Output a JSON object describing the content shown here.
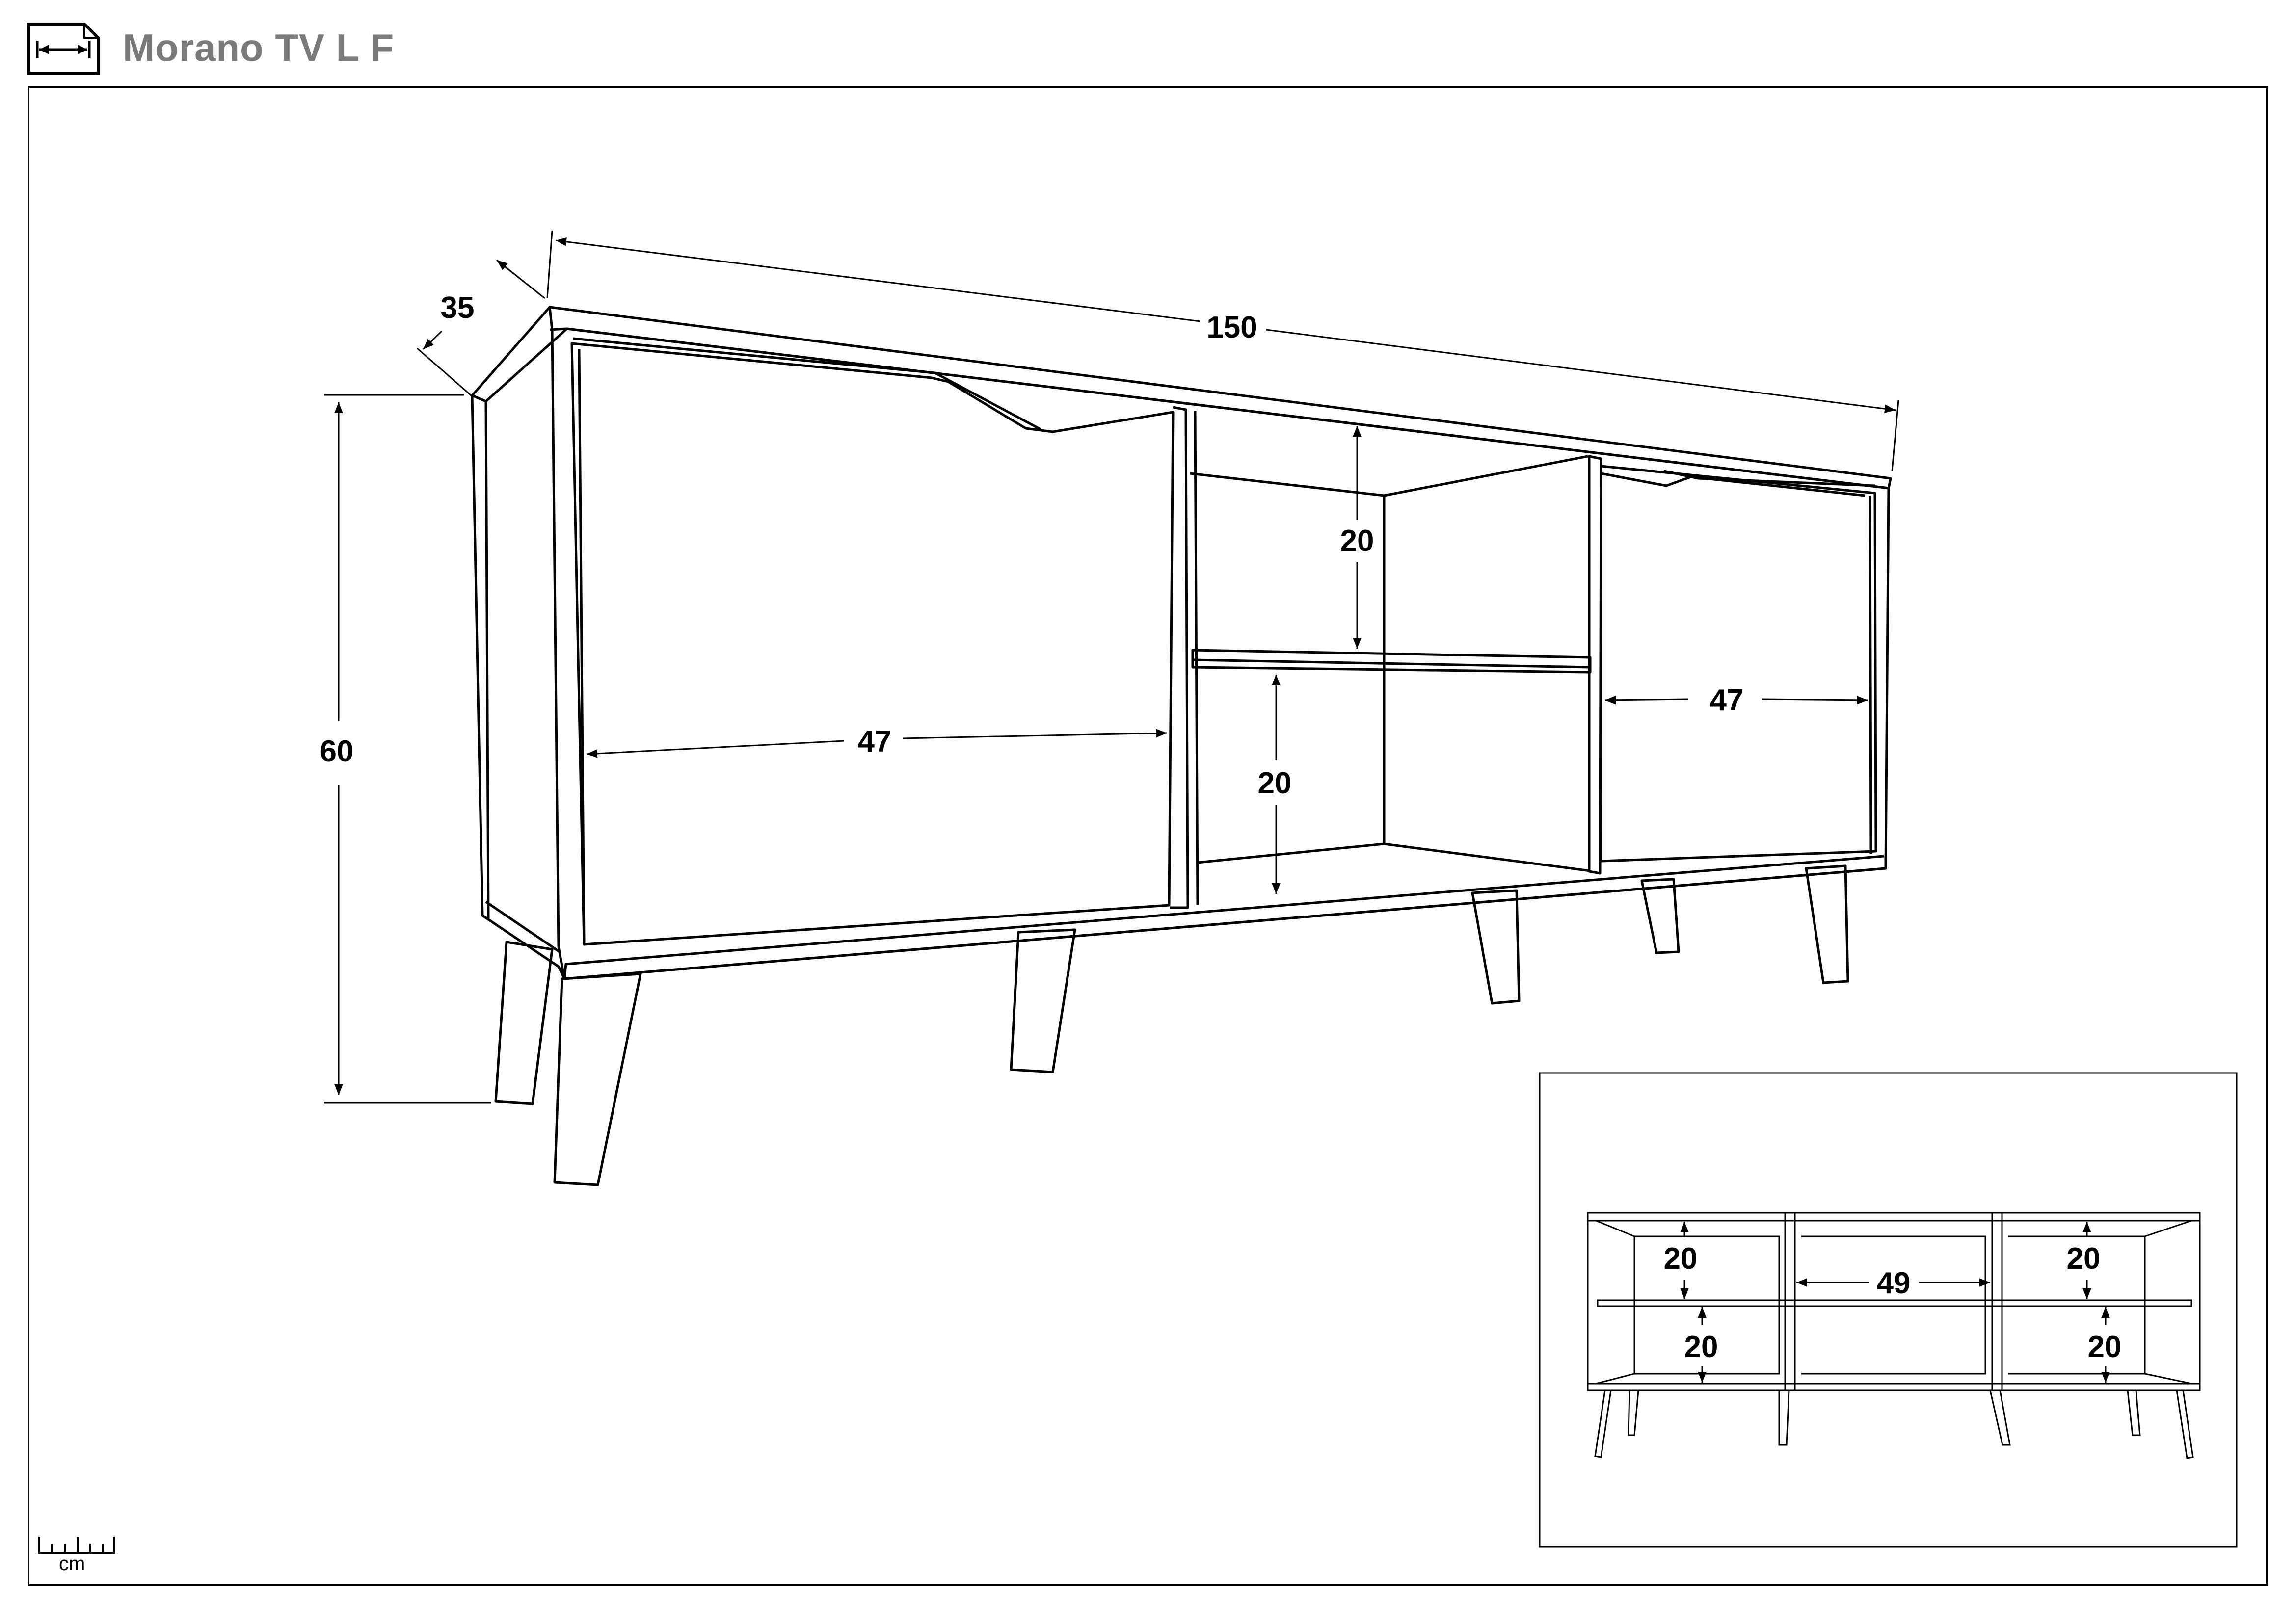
{
  "header": {
    "icon": "dimensions-icon",
    "title": "Morano TV L F"
  },
  "main_view": {
    "width": "150",
    "depth": "35",
    "height": "60",
    "left_door_width": "47",
    "right_door_width": "47",
    "upper_shelf_height": "20",
    "lower_shelf_height": "20"
  },
  "front_view": {
    "top_left_shelf": "20",
    "bottom_left_shelf": "20",
    "middle_width": "49",
    "top_right_shelf": "20",
    "bottom_right_shelf": "20"
  },
  "scale": {
    "icon": "ruler-icon",
    "unit": "cm"
  }
}
